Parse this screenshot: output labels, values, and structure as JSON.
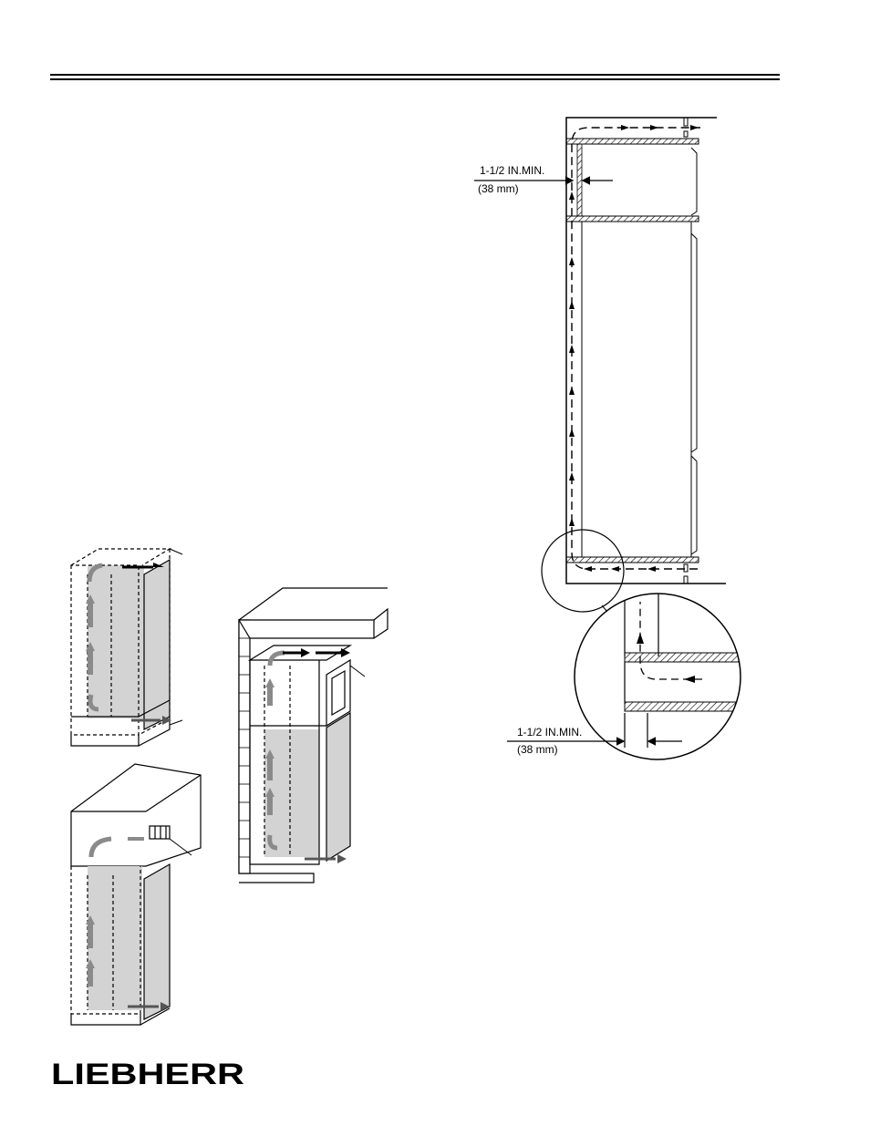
{
  "dimension_top": {
    "line1": "1-1/2 IN.MIN.",
    "line2": "(38 mm)"
  },
  "dimension_bottom": {
    "line1": "1-1/2 IN.MIN.",
    "line2": "(38 mm)"
  },
  "brand": {
    "logo_text": "LIEBHERR"
  },
  "colors": {
    "ink": "#000000",
    "panel_gray": "#d3d3d3",
    "arrow_gray": "#8a8a8a"
  }
}
